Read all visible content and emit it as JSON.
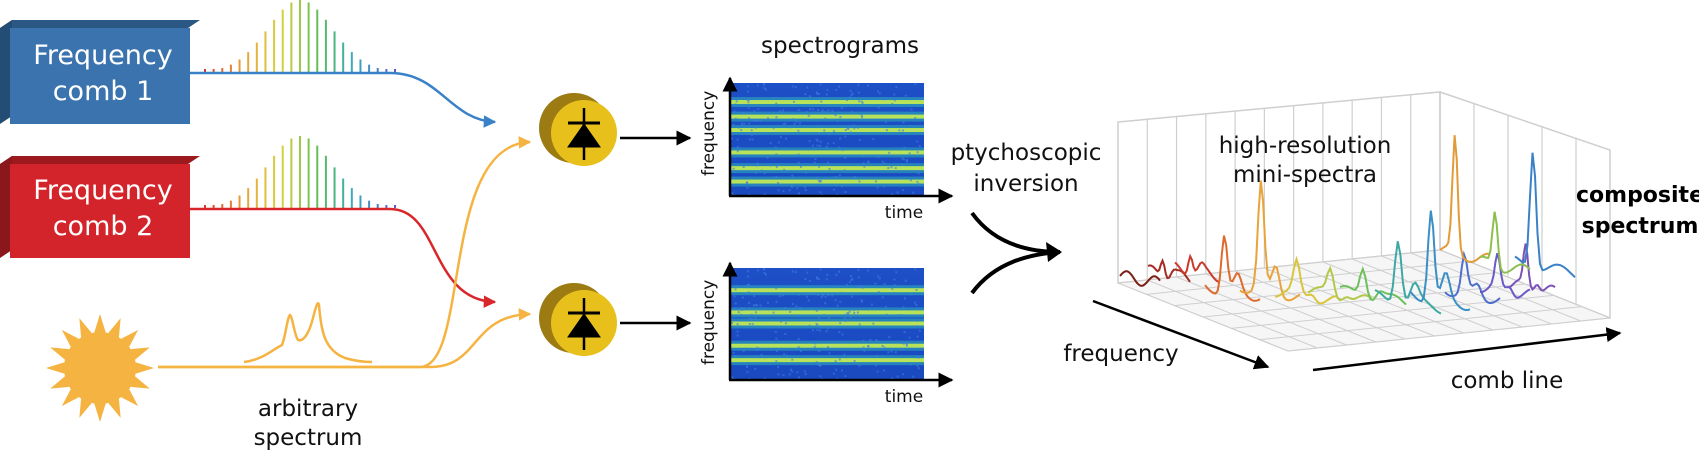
{
  "combs": [
    {
      "line1": "Frequency",
      "line2": "comb 1",
      "color": "#3a73ad",
      "beam_color": "#3a82c8"
    },
    {
      "line1": "Frequency",
      "line2": "comb 2",
      "color": "#d2242a",
      "beam_color": "#d9262b"
    }
  ],
  "source": {
    "line1": "arbitrary",
    "line2": "spectrum",
    "color": "#f5b342"
  },
  "spectrograms": {
    "title": "spectrograms",
    "ylabel": "frequency",
    "xlabel": "time"
  },
  "inversion": {
    "line1": "ptychoscopic",
    "line2": "inversion"
  },
  "mini_spectra": {
    "line1": "high-resolution",
    "line2": "mini-spectra"
  },
  "composite": {
    "line1": "composite",
    "line2": "spectrum"
  },
  "axes3d": {
    "frequency": "frequency",
    "comb_line": "comb line"
  },
  "colors": {
    "detector": "#e8c01c",
    "detector_shadow": "#9c7b12",
    "arrow": "#000000"
  }
}
